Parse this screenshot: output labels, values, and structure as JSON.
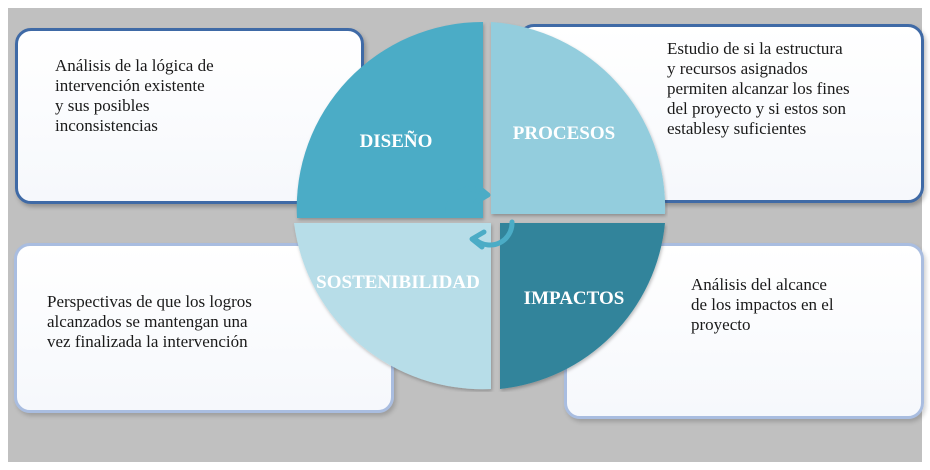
{
  "boxes": {
    "top_left": "Análisis de la lógica de\nintervención existente\ny sus posibles\ninconsistencias",
    "top_right": "Estudio de si  la estructura\ny recursos asignados\npermiten alcanzar los fines\ndel proyecto y si estos son\nestablesy suficientes",
    "bottom_left": "Perspectivas de que los logros\nalcanzados se mantengan una\nvez finalizada la intervención",
    "bottom_right": "Análisis del alcance\nde los impactos en el\nproyecto"
  },
  "quadrants": {
    "diseno": {
      "label": "DISEÑO",
      "color": "#4bacc6"
    },
    "procesos": {
      "label": "PROCESOS",
      "color": "#93cddd"
    },
    "sostenibilidad": {
      "label": "SOSTENIBILIDAD",
      "color": "#b7dde8"
    },
    "impactos": {
      "label": "IMPACTOS",
      "color": "#31849b"
    }
  },
  "colors": {
    "background": "#c0c0c0",
    "box_border_dark": "#3f6aa6",
    "box_border_light": "#a9bde0"
  },
  "icons": {
    "center": "cycle-arrows-icon"
  }
}
